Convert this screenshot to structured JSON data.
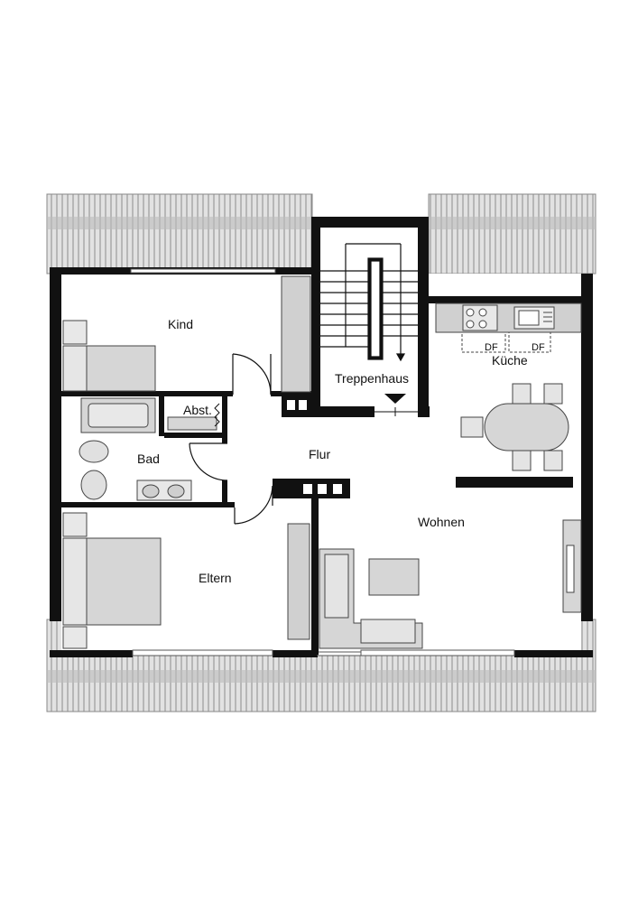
{
  "rooms": {
    "kind": "Kind",
    "treppenhaus": "Treppenhaus",
    "kueche": "Küche",
    "abst": "Abst.",
    "bad": "Bad",
    "flur": "Flur",
    "wohnen": "Wohnen",
    "eltern": "Eltern"
  },
  "appliances": {
    "df_left": "DF",
    "df_right": "DF"
  }
}
